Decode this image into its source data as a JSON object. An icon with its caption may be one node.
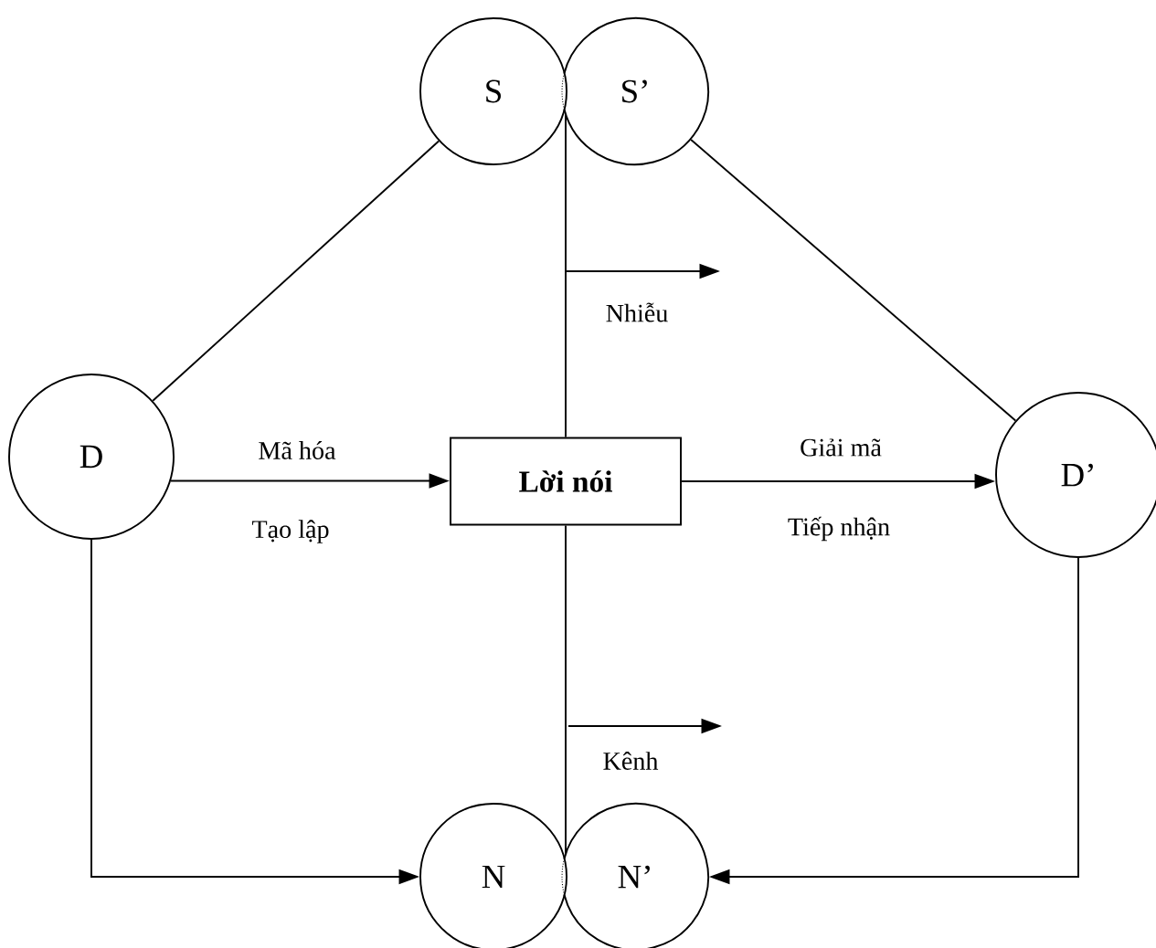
{
  "diagram": {
    "nodes": [
      {
        "text": [
          "S"
        ]
      },
      {
        "text": [
          "S’"
        ]
      },
      {
        "text": [
          "D"
        ]
      },
      {
        "text": [
          "Lời nói"
        ]
      },
      {
        "text": [
          "D’"
        ]
      },
      {
        "text": [
          "N"
        ]
      },
      {
        "text": [
          "N’"
        ]
      }
    ],
    "edges": [
      {
        "from": 0,
        "to": 2,
        "arrow": "none"
      },
      {
        "from": 1,
        "to": 4,
        "arrow": "none"
      },
      {
        "from": 2,
        "to": 3,
        "arrow": "to",
        "label": "Mã hóa"
      },
      {
        "from": 3,
        "to": 4,
        "arrow": "to",
        "label": "Giải mã"
      },
      {
        "from": 1,
        "to": 3,
        "arrow": "none"
      },
      {
        "from": 3,
        "to": 6,
        "arrow": "none"
      },
      {
        "from": 2,
        "to": 5,
        "arrow": "to"
      },
      {
        "from": 4,
        "to": 6,
        "arrow": "to"
      }
    ],
    "labels": [
      "Nhiễu",
      "Tạo lập",
      "Tiếp nhận",
      "Kênh"
    ]
  }
}
